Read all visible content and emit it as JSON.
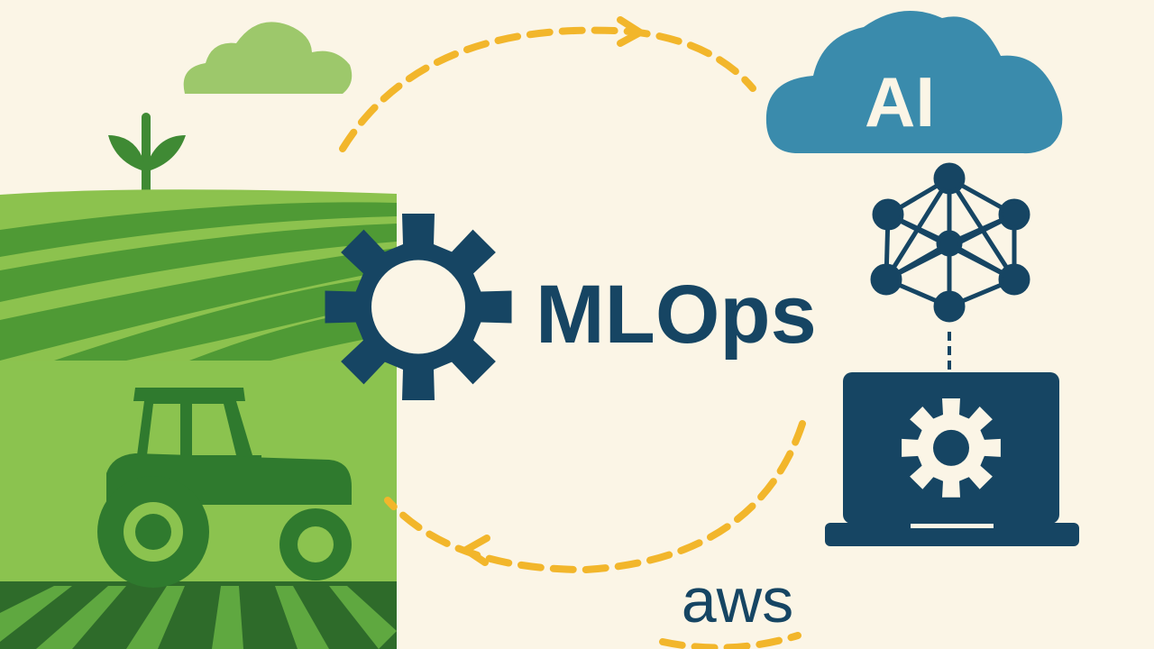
{
  "labels": {
    "center": "MLOps",
    "cloud": "AI",
    "provider": "aws"
  },
  "icons": [
    "cloud-icon",
    "sprout-icon",
    "farm-field-illustration",
    "tractor-icon",
    "gear-icon",
    "ai-cloud-icon",
    "neural-network-icon",
    "laptop-icon",
    "laptop-gear-icon",
    "aws-logo"
  ],
  "colors": {
    "background": "#fbf5e6",
    "navy": "#164563",
    "cloud_blue": "#3a8bac",
    "arrow_yellow": "#f2b62b",
    "field_light": "#8cc24e",
    "field_dark": "#4f9a35",
    "tractor_green": "#2f7a2e",
    "soil_dark": "#2e6b2a"
  }
}
